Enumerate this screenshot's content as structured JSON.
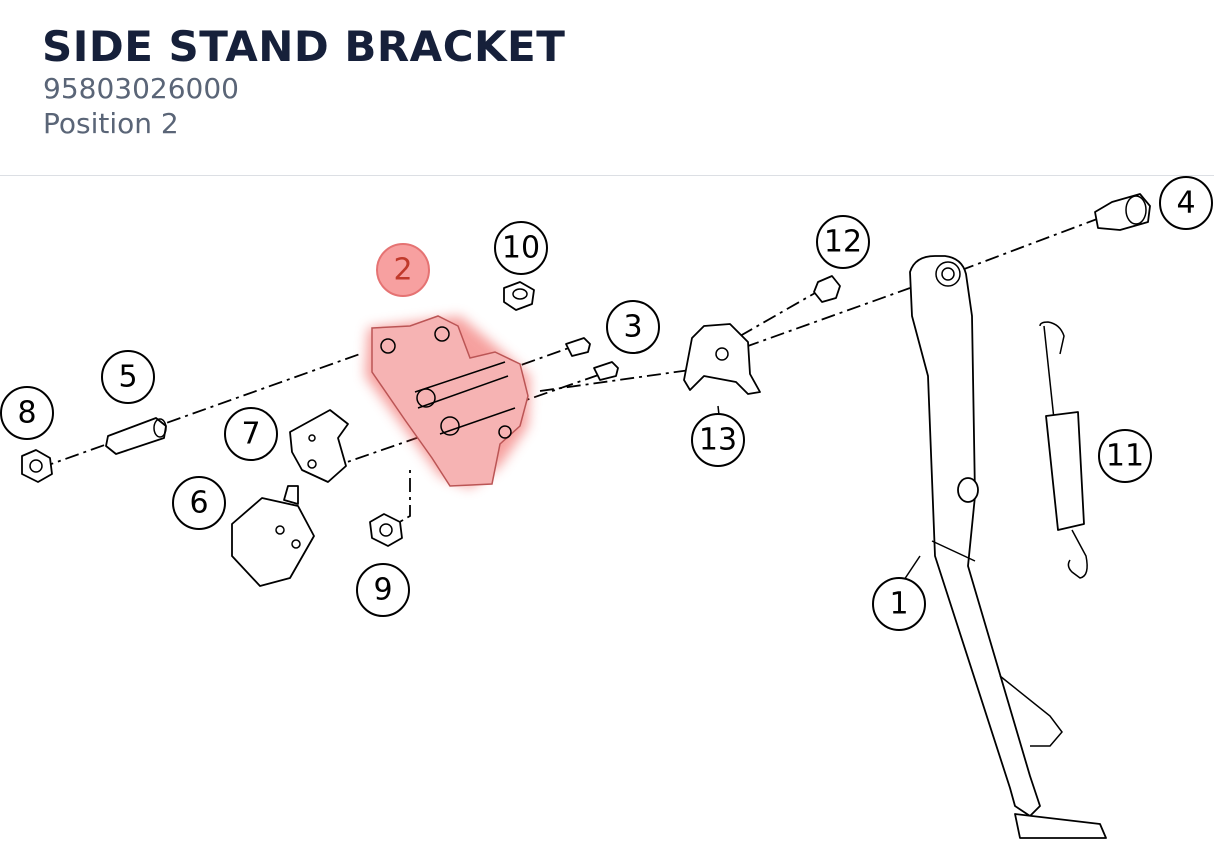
{
  "header": {
    "title": "SIDE STAND BRACKET",
    "part_number": "95803026000",
    "position": "Position 2"
  },
  "diagram": {
    "highlight_color": "#e57373",
    "selected_callout": "2",
    "callouts": [
      {
        "id": "1",
        "label": "1"
      },
      {
        "id": "2",
        "label": "2"
      },
      {
        "id": "3",
        "label": "3"
      },
      {
        "id": "4",
        "label": "4"
      },
      {
        "id": "5",
        "label": "5"
      },
      {
        "id": "6",
        "label": "6"
      },
      {
        "id": "7",
        "label": "7"
      },
      {
        "id": "8",
        "label": "8"
      },
      {
        "id": "9",
        "label": "9"
      },
      {
        "id": "10",
        "label": "10"
      },
      {
        "id": "11",
        "label": "11"
      },
      {
        "id": "12",
        "label": "12"
      },
      {
        "id": "13",
        "label": "13"
      }
    ]
  }
}
